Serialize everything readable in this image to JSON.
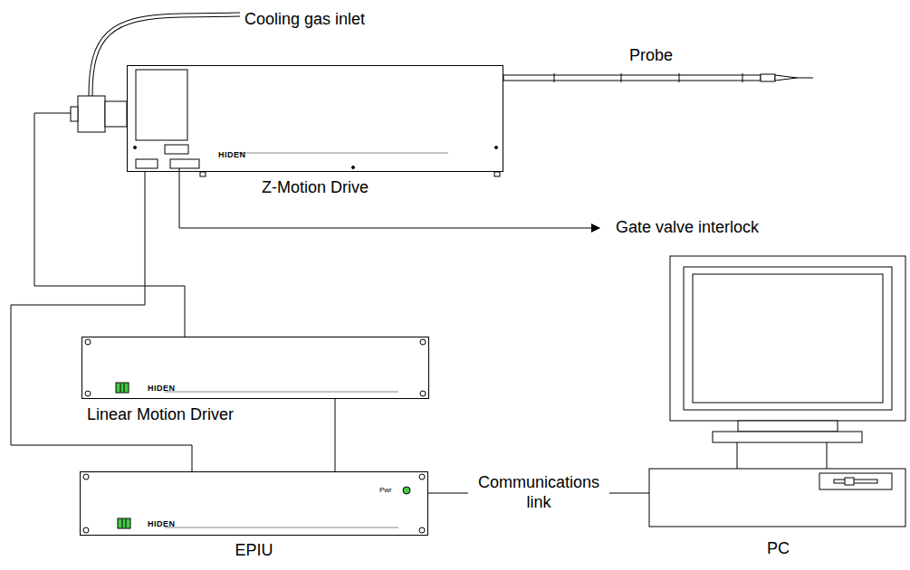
{
  "diagram": {
    "nodes": [
      {
        "text": [
          "HIDEN",
          "Z-Motion Drive"
        ]
      },
      {
        "text": [
          "HIDEN",
          "Linear Motion Driver"
        ]
      },
      {
        "text": [
          "HIDEN",
          "Pwr",
          "EPIU"
        ]
      },
      {
        "text": [
          "PC"
        ]
      }
    ],
    "edges": [
      {
        "from": 0,
        "to": 1,
        "arrow": "none"
      },
      {
        "from": 0,
        "to": 2,
        "arrow": "none"
      },
      {
        "from": 1,
        "to": 2,
        "arrow": "none"
      },
      {
        "from": 2,
        "to": 3,
        "label": "Communications link",
        "arrow": "none"
      }
    ],
    "labels": [
      "Cooling gas inlet",
      "Probe",
      "Gate valve interlock"
    ]
  }
}
